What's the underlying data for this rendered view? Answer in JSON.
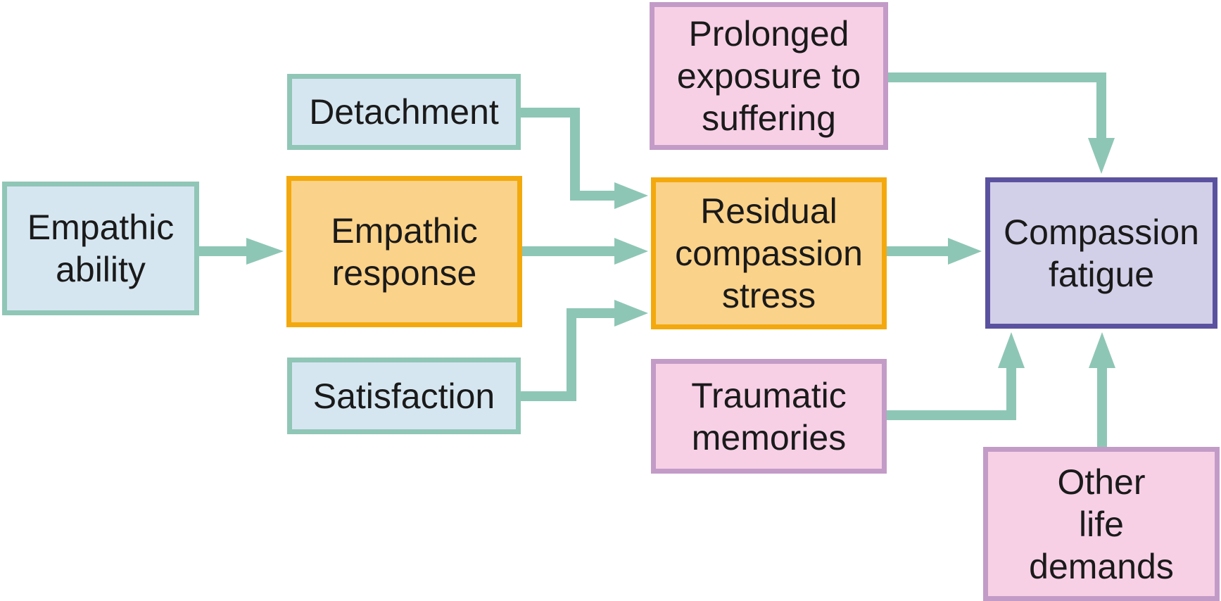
{
  "colors": {
    "arrow": "#8ec6b5",
    "background": "#ffffff",
    "blue_fill": "#d6e6f1",
    "teal_border": "#90c6b6",
    "orange_fill": "#fbd289",
    "orange_border": "#f3a90d",
    "pink_fill": "#f7d0e6",
    "pink_border": "#c39bc7",
    "purple_fill": "#d2cfe8",
    "purple_border": "#5b529f"
  },
  "nodes": {
    "empathic_ability": {
      "label": "Empathic\nability",
      "fill": "#d6e6f1",
      "border": "#90c6b6"
    },
    "detachment": {
      "label": "Detachment",
      "fill": "#d6e6f1",
      "border": "#90c6b6"
    },
    "empathic_response": {
      "label": "Empathic\nresponse",
      "fill": "#fbd289",
      "border": "#f3a90d"
    },
    "satisfaction": {
      "label": "Satisfaction",
      "fill": "#d6e6f1",
      "border": "#90c6b6"
    },
    "prolonged_exposure": {
      "label": "Prolonged\nexposure to\nsuffering",
      "fill": "#f7d0e6",
      "border": "#c39bc7"
    },
    "residual_stress": {
      "label": "Residual\ncompassion\nstress",
      "fill": "#fbd289",
      "border": "#f3a90d"
    },
    "traumatic_memories": {
      "label": "Traumatic\nmemories",
      "fill": "#f7d0e6",
      "border": "#c39bc7"
    },
    "compassion_fatigue": {
      "label": "Compassion\nfatigue",
      "fill": "#d2cfe8",
      "border": "#5b529f"
    },
    "other_life_demands": {
      "label": "Other\nlife\ndemands",
      "fill": "#f7d0e6",
      "border": "#c39bc7"
    }
  },
  "edges": [
    {
      "from": "Empathic ability",
      "to": "Empathic response"
    },
    {
      "from": "Detachment",
      "to": "Residual compassion stress"
    },
    {
      "from": "Empathic response",
      "to": "Residual compassion stress"
    },
    {
      "from": "Satisfaction",
      "to": "Residual compassion stress"
    },
    {
      "from": "Prolonged exposure to suffering",
      "to": "Compassion fatigue"
    },
    {
      "from": "Residual compassion stress",
      "to": "Compassion fatigue"
    },
    {
      "from": "Traumatic memories",
      "to": "Compassion fatigue"
    },
    {
      "from": "Other life demands",
      "to": "Compassion fatigue"
    }
  ]
}
